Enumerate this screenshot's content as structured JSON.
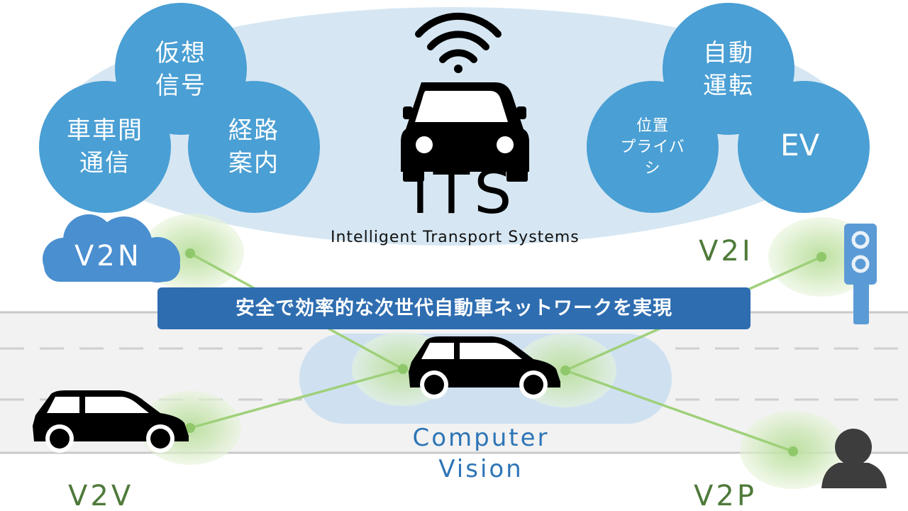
{
  "colors": {
    "bubble": "#4a9fd4",
    "ellipse": "#d6e7f3",
    "banner": "#2e6db0",
    "green_line": "#9fd07a",
    "green_text": "#4e7a3a",
    "computer_vision": "#2e75b6"
  },
  "bubbles": {
    "virtual_signal": [
      "仮想",
      "信号"
    ],
    "v2v_comm": [
      "車車間",
      "通信"
    ],
    "route_guidance": [
      "経路",
      "案内"
    ],
    "autonomous": [
      "自動",
      "運転"
    ],
    "location_privacy": [
      "位置",
      "プライバ",
      "シ"
    ],
    "ev": "EV"
  },
  "its": {
    "title": "ITS",
    "subtitle": "Intelligent Transport Systems"
  },
  "banner": "安全で効率的な次世代自動車ネットワークを実現",
  "computer_vision": [
    "Computer",
    "Vision"
  ],
  "links": {
    "v2n": "V2N",
    "v2i": "V2I",
    "v2v": "V2V",
    "v2p": "V2P"
  },
  "icons": [
    "wifi-icon",
    "car-front-icon",
    "cloud-icon",
    "traffic-light-icon",
    "car-side-icon",
    "person-icon"
  ]
}
